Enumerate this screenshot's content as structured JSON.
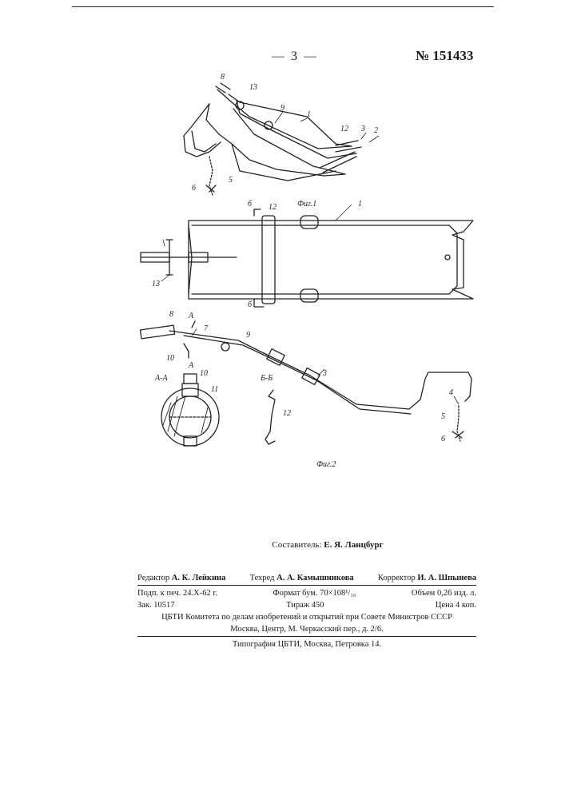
{
  "header": {
    "page_number": "— 3 —",
    "patent_number": "№ 151433"
  },
  "figures": {
    "fig1_caption": "Фиг.1",
    "fig2_caption": "Фиг.2",
    "section_aa": "А-А",
    "section_bb": "Б-Б",
    "labels": {
      "l1": "1",
      "l2": "2",
      "l3": "3",
      "l4": "4",
      "l5": "5",
      "l6": "6",
      "l7": "7",
      "l8": "8",
      "l9": "9",
      "l10": "10",
      "l11": "11",
      "l12": "12",
      "l13": "13",
      "cutA": "А",
      "cutB": "б"
    }
  },
  "colophon": {
    "compiler_label": "Составитель:",
    "compiler_name": "Е. Я. Ланцбург",
    "editor_label": "Редактор",
    "editor_name": "А. К. Лейкина",
    "techred_label": "Техред",
    "techred_name": "А. А. Камышникова",
    "corrector_label": "Корректор",
    "corrector_name": "И. А. Шпынева",
    "signed": "Подп. к печ. 24.X-62 г.",
    "format": "Формат бум. 70×108¹/₁₆",
    "volume": "Объем 0,26 изд. л.",
    "order": "Зак. 10517",
    "print_run": "Тираж 450",
    "price": "Цена 4 коп.",
    "org_line1": "ЦБТИ Комитета по делам изобретений и открытий при Совете Министров СССР",
    "org_line2": "Москва, Центр, М. Черкасский пер., д. 2/6.",
    "typography": "Типография ЦБТИ, Москва, Петровка 14."
  }
}
